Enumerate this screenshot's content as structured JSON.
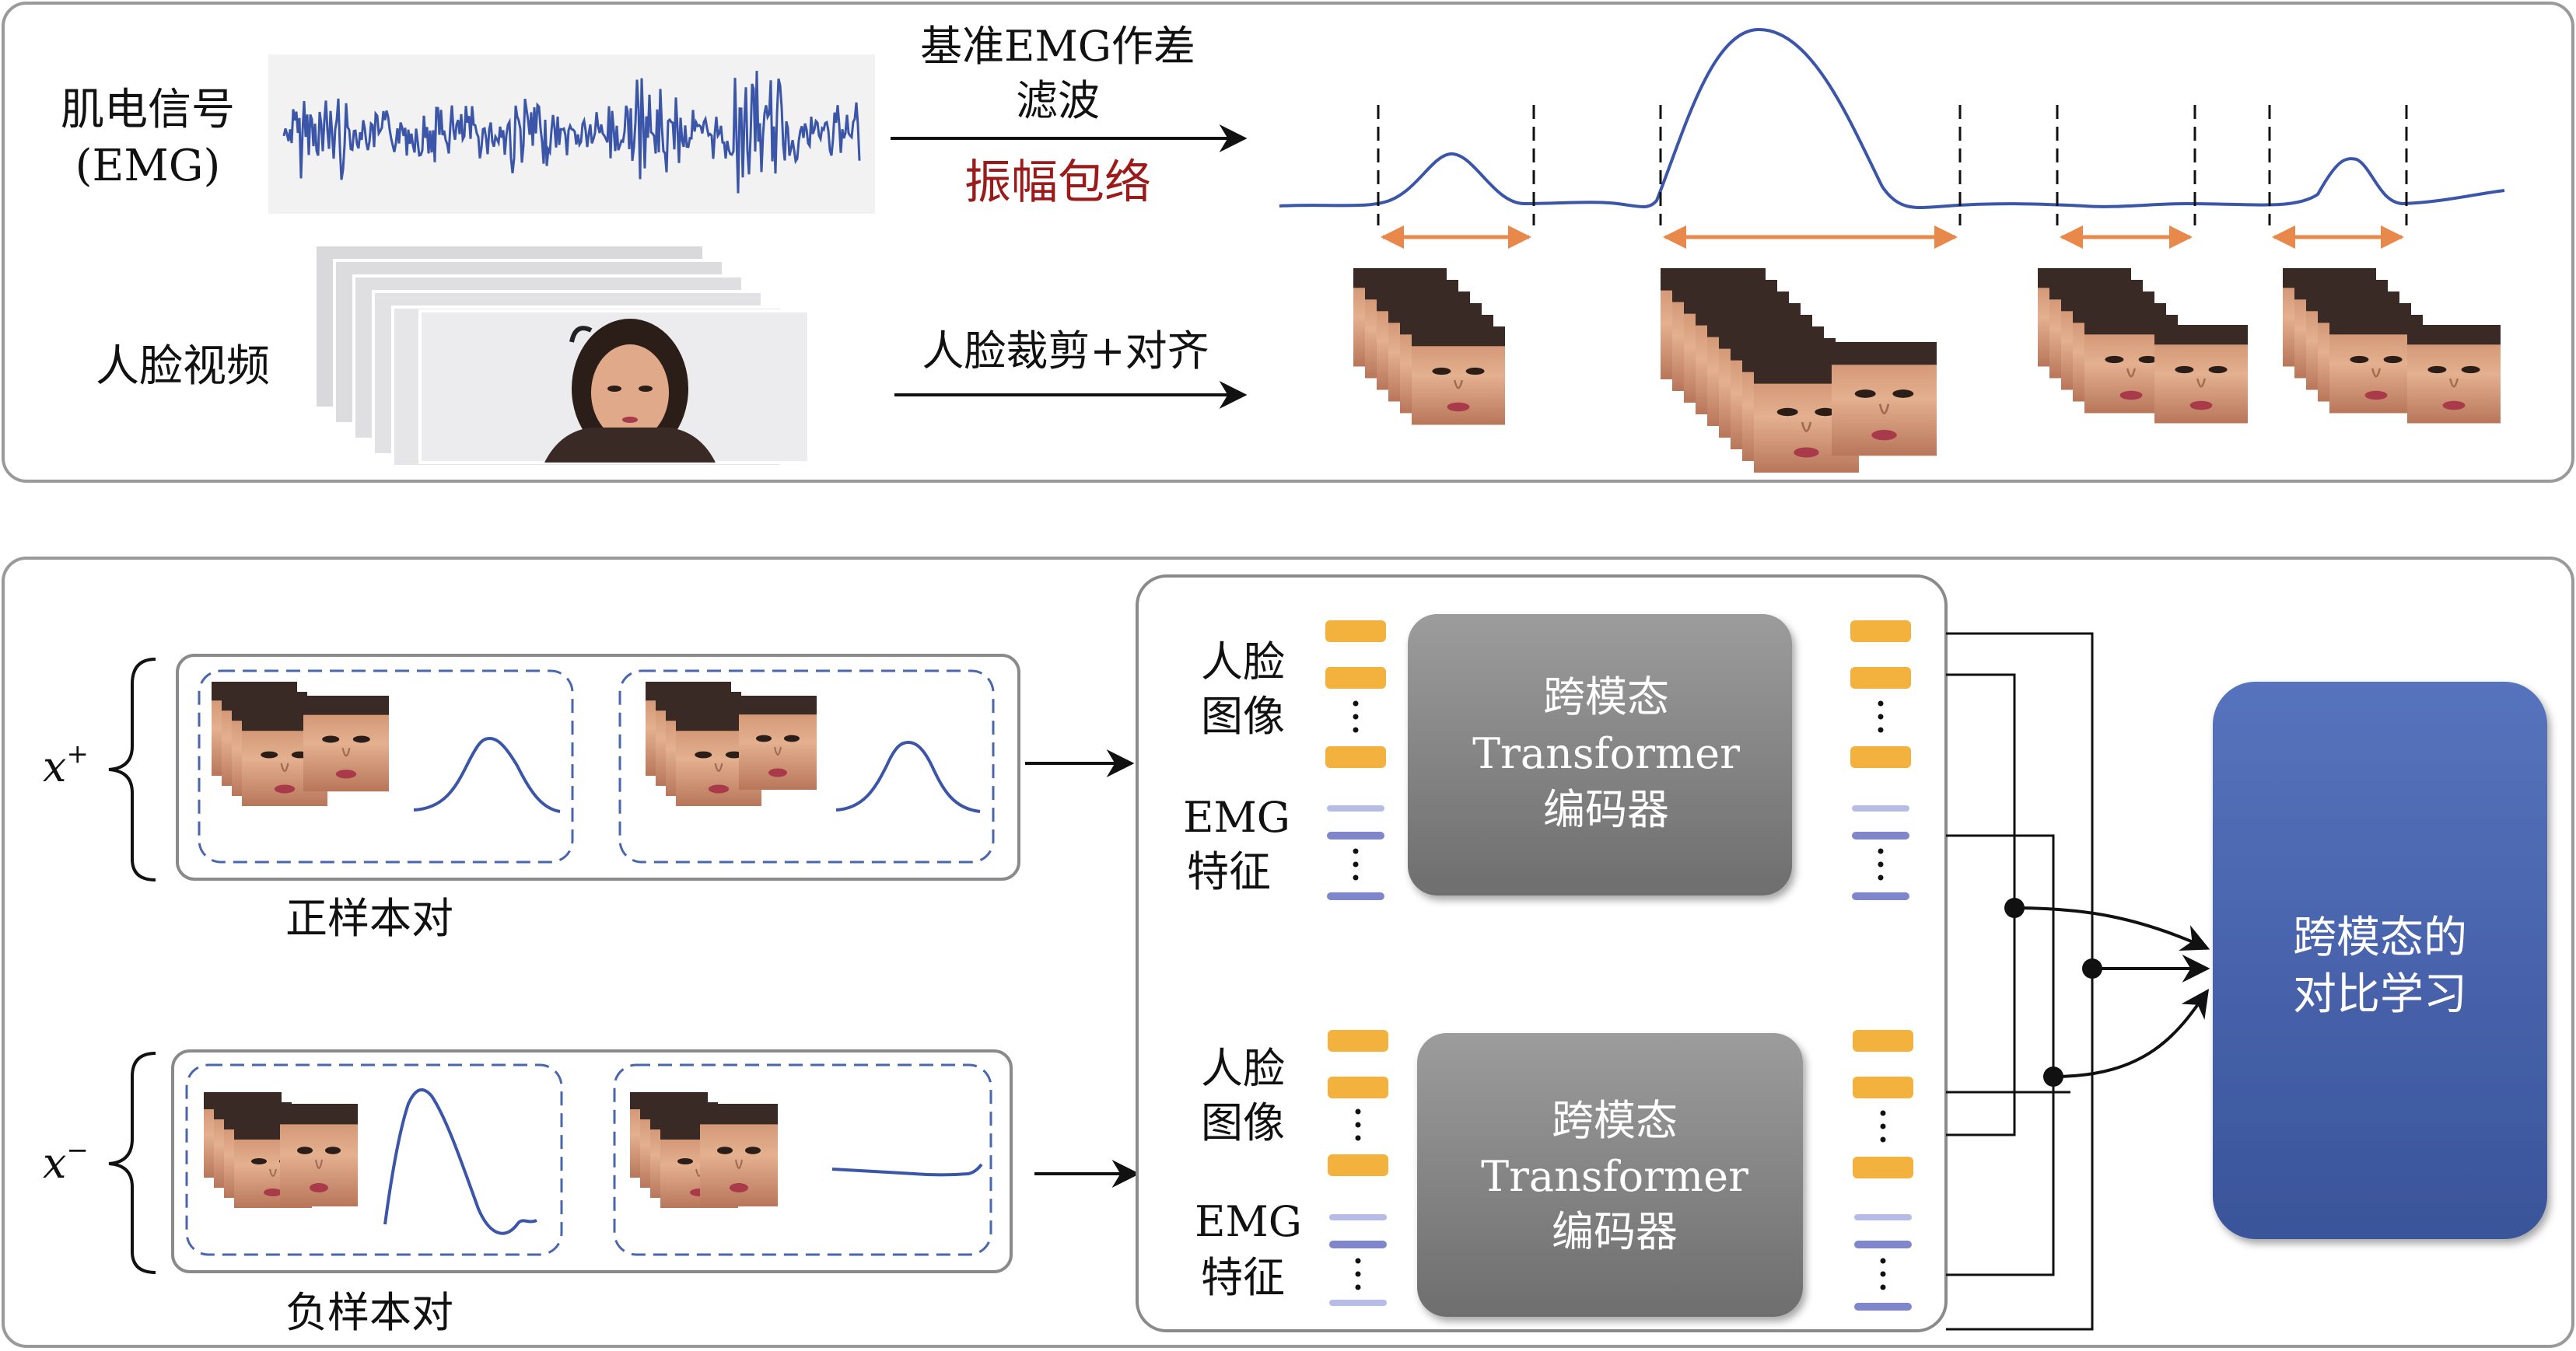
{
  "top_panel": {
    "emg_label_line1": "肌电信号",
    "emg_label_line2": "(EMG)",
    "face_video_label": "人脸视频",
    "filter_label_line1": "基准EMG作差",
    "filter_label_line2": "滤波",
    "envelope_label": "振幅包络",
    "crop_label": "人脸裁剪+对齐"
  },
  "pairs": {
    "positive_symbol": "x",
    "positive_sup": "+",
    "positive_label": "正样本对",
    "negative_symbol": "x",
    "negative_sup": "−",
    "negative_label": "负样本对"
  },
  "encoders": [
    {
      "face_line1": "人脸",
      "face_line2": "图像",
      "emg_line1": "EMG",
      "emg_line2": "特征",
      "title_line1": "跨模态",
      "title_line2": "Transformer",
      "title_line3": "编码器"
    },
    {
      "face_line1": "人脸",
      "face_line2": "图像",
      "emg_line1": "EMG",
      "emg_line2": "特征",
      "title_line1": "跨模态",
      "title_line2": "Transformer",
      "title_line3": "编码器"
    }
  ],
  "contrastive": {
    "line1": "跨模态的",
    "line2": "对比学习"
  },
  "colors": {
    "token_face": "#f2b23d",
    "token_emg": "#7f86c9",
    "envelope_arrow": "#e8884a",
    "signal": "#3b55a8",
    "encoder_box": "#8f8f8f",
    "contrastive_box": "#4a66ad",
    "envelope_text": "#9b1b1b"
  }
}
